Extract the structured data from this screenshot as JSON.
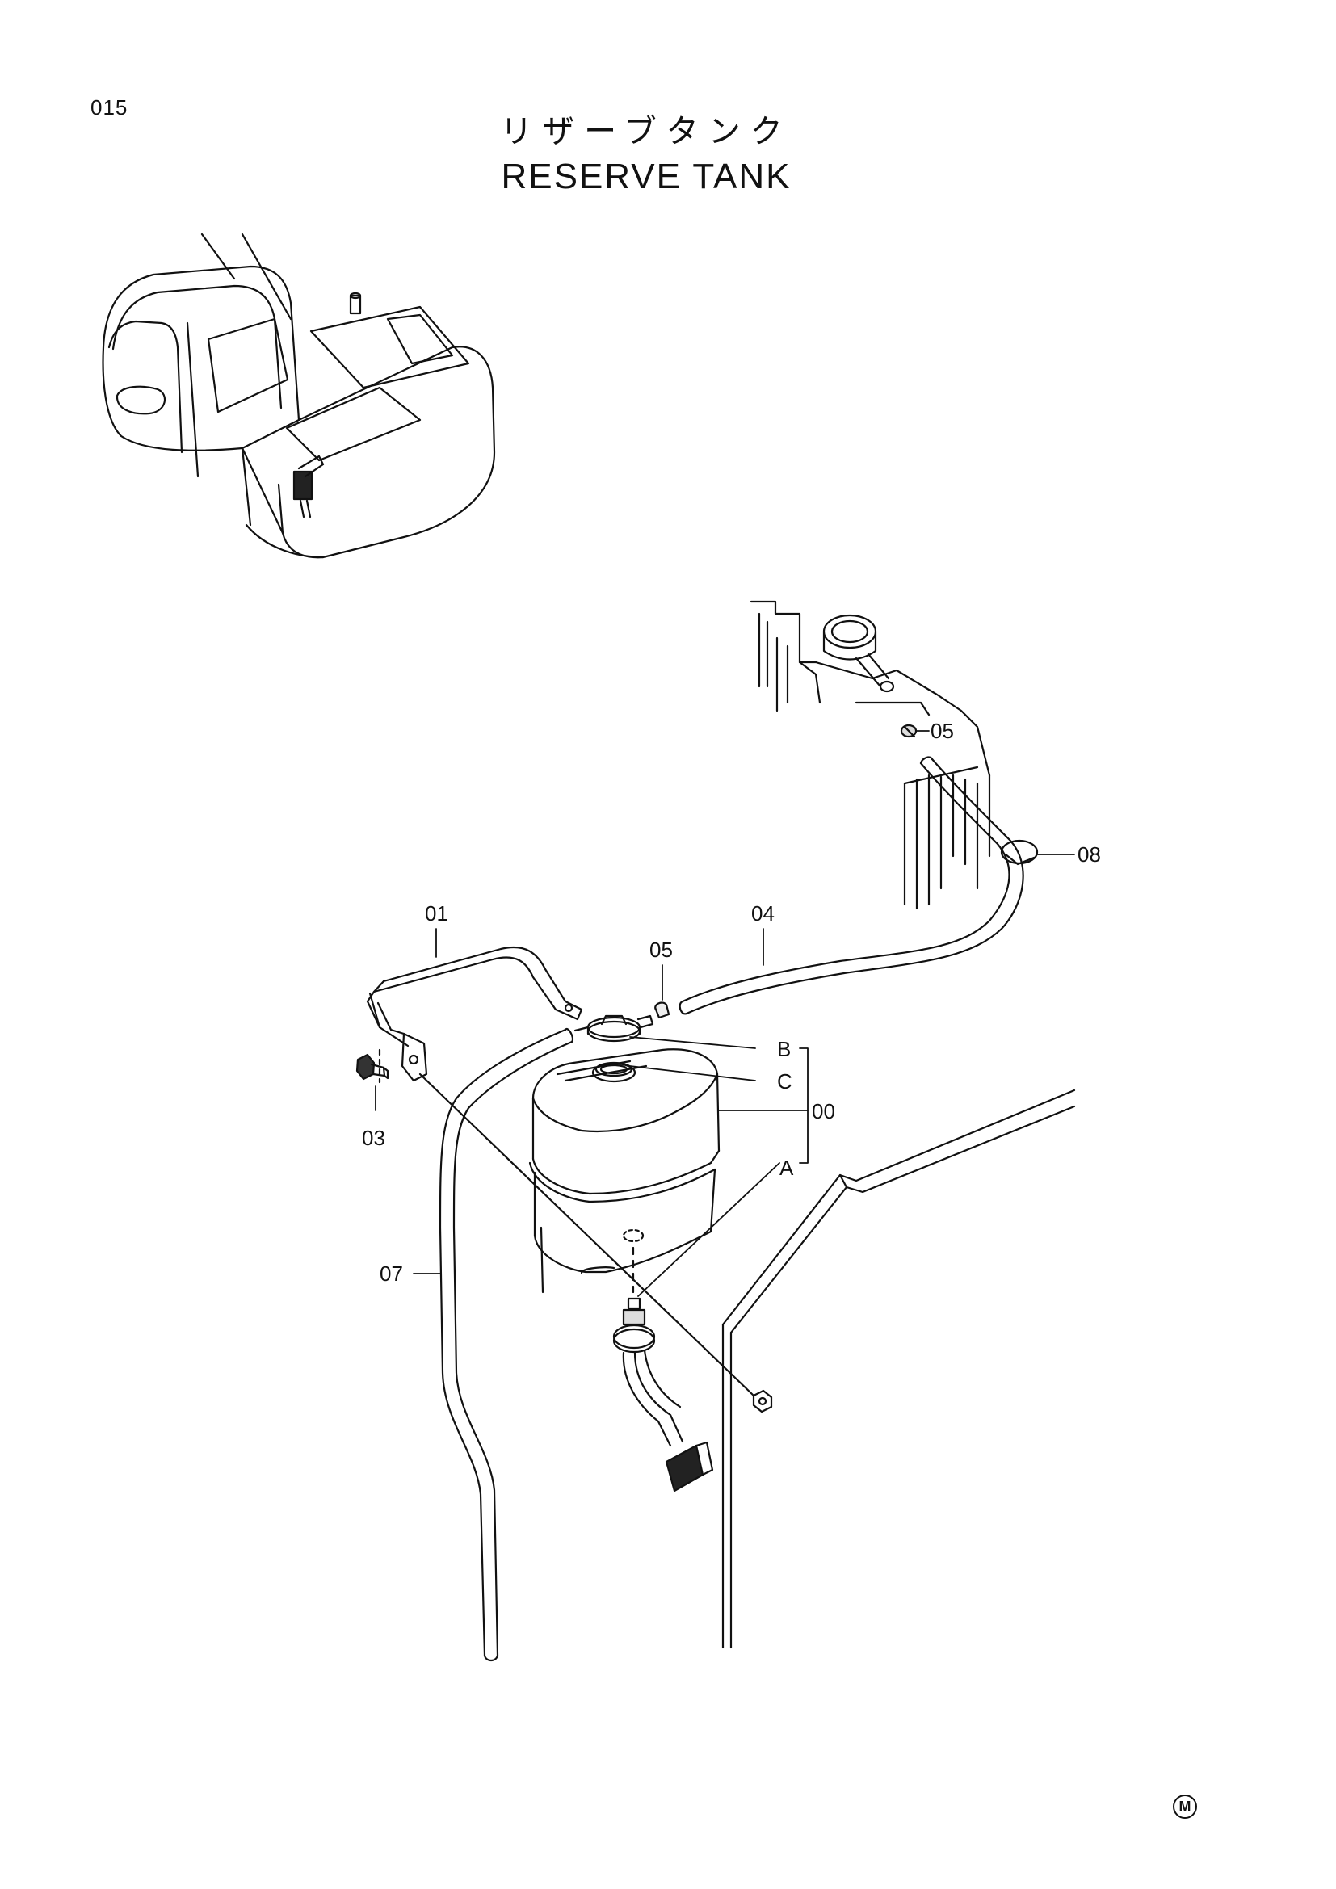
{
  "page_number": "015",
  "title_japanese": "リザーブタンク",
  "title_english": "RESERVE TANK",
  "corner_mark": "M",
  "callouts": {
    "bracket": "01",
    "bolt": "03",
    "hose_upper": "04",
    "clamp_left": "05",
    "clamp_right": "05",
    "hose_overflow": "07",
    "band": "08",
    "tank_assembly": "00",
    "sub_a": "A",
    "sub_b": "B",
    "sub_c": "C"
  }
}
